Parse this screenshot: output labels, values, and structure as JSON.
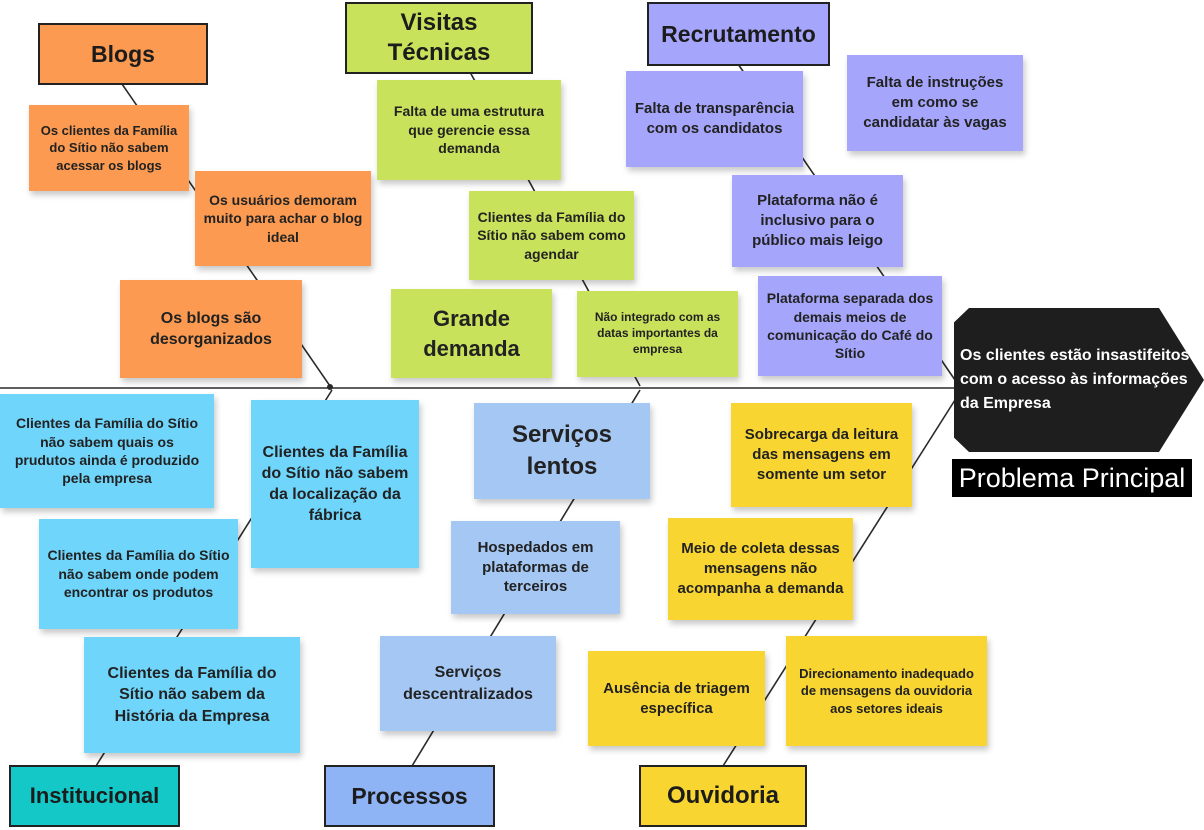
{
  "problem": {
    "statement": "Os clientes estão insastifeitos com o acesso às informações da Empresa",
    "label": "Problema Principal"
  },
  "categories": {
    "blogs": "Blogs",
    "visitas": "Visitas Técnicas",
    "recrutamento": "Recrutamento",
    "institucional": "Institucional",
    "processos": "Processos",
    "ouvidoria": "Ouvidoria"
  },
  "blogs": [
    "Os clientes da Família do Sítio não sabem acessar os blogs",
    "Os usuários demoram muito para achar o blog ideal",
    "Os blogs são desorganizados"
  ],
  "visitas": [
    "Falta de uma estrutura que gerencie essa demanda",
    "Clientes da Família do Sítio não sabem como agendar",
    "Grande demanda",
    "Não integrado com as datas importantes da empresa"
  ],
  "recrutamento": [
    "Falta de transparência com os candidatos",
    "Falta de instruções em como se candidatar às vagas",
    "Plataforma não é inclusivo para o público mais leigo",
    "Plataforma separada dos demais meios de comunicação do Café do Sítio"
  ],
  "institucional": [
    "Clientes da Família do Sítio não sabem quais os prudutos ainda é produzido pela empresa",
    "Clientes da Família do Sítio não sabem da localização da fábrica",
    "Clientes da Família do Sítio não sabem onde podem encontrar os produtos",
    "Clientes da Família do Sítio não sabem da História da Empresa"
  ],
  "processos": [
    "Serviços lentos",
    "Hospedados em plataformas de terceiros",
    "Serviços descentralizados"
  ],
  "ouvidoria": [
    "Sobrecarga da leitura das mensagens em somente um setor",
    "Meio de coleta dessas mensagens não acompanha a demanda",
    "Ausência de triagem específica",
    "Direcionamento inadequado de mensagens da ouvidoria aos setores ideais"
  ]
}
